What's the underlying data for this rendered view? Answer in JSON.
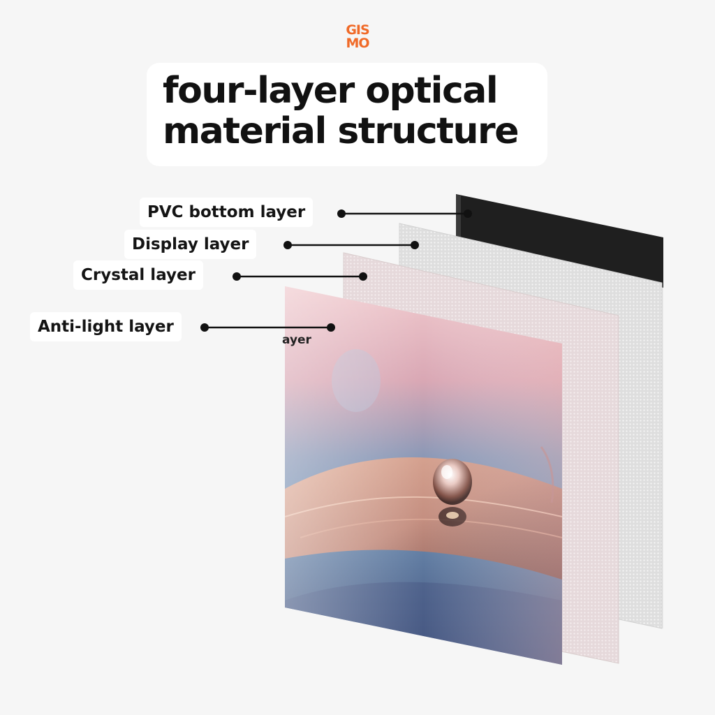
{
  "logo": {
    "line1": "GIS",
    "line2": "MO",
    "color": "#f06a28"
  },
  "title": {
    "line1": "four-layer optical",
    "line2": "material structure"
  },
  "layers": [
    {
      "label": "PVC bottom layer",
      "color": "#1f1f1f"
    },
    {
      "label": "Display layer",
      "color": "#e2e2e2"
    },
    {
      "label": "Crystal layer",
      "color": "#ebe1e3"
    },
    {
      "label": "Anti-light layer",
      "color": "#c48a8f"
    }
  ],
  "stray_text": "ayer"
}
